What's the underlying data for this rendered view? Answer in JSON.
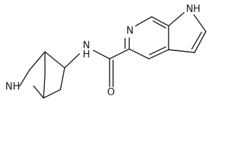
{
  "diagram": {
    "type": "chemical-structure",
    "atoms": {
      "nh_bicycle": "NH",
      "n_amide": "N",
      "h_amide": "H",
      "o_carbonyl": "O",
      "n_pyridine": "N",
      "n_pyrrole": "N",
      "h_pyrrole": "H"
    }
  }
}
